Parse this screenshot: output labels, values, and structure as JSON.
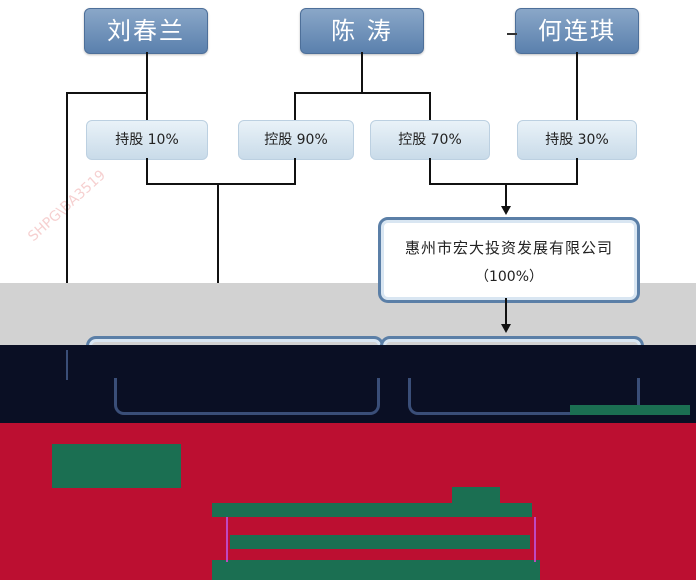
{
  "persons": {
    "liu": "刘春兰",
    "chen": "陈 涛",
    "he": "何连琪"
  },
  "shares": {
    "liu_share": "持股 10%",
    "chen_control_left": "控股 90%",
    "chen_control_right": "控股 70%",
    "he_share": "持股 30%"
  },
  "company_top": {
    "name": "惠州市宏大投资发展有限公司",
    "percent": "（100%）"
  },
  "watermark": "SHPG\\BA3519",
  "colors": {
    "person_fill": "#6b8db5",
    "share_fill": "#d6e4ef",
    "company_border": "#5b7fa7",
    "gray_band": "#d2d2d2",
    "dark_band": "#0a0f24",
    "red_band": "#bc0f31",
    "green_blocks": "#1b6f52"
  }
}
